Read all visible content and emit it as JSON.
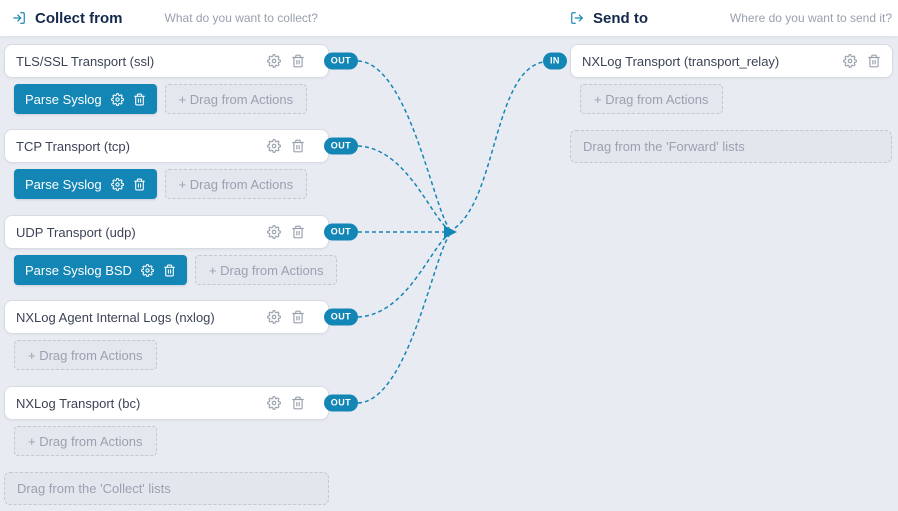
{
  "header": {
    "collect": {
      "title": "Collect from",
      "hint": "What do you want to collect?"
    },
    "send": {
      "title": "Send to",
      "hint": "Where do you want to send it?"
    }
  },
  "hints": {
    "drag_actions": "+ Drag from Actions"
  },
  "collect": {
    "items": [
      {
        "title": "TLS/SSL Transport (ssl)",
        "badge": "OUT",
        "actions": [
          {
            "label": "Parse Syslog"
          }
        ]
      },
      {
        "title": "TCP Transport (tcp)",
        "badge": "OUT",
        "actions": [
          {
            "label": "Parse Syslog"
          }
        ]
      },
      {
        "title": "UDP Transport (udp)",
        "badge": "OUT",
        "actions": [
          {
            "label": "Parse Syslog BSD"
          }
        ]
      },
      {
        "title": "NXLog Agent Internal Logs (nxlog)",
        "badge": "OUT",
        "actions": []
      },
      {
        "title": "NXLog Transport (bc)",
        "badge": "OUT",
        "actions": []
      }
    ],
    "drop_hint": "Drag from the 'Collect' lists"
  },
  "send": {
    "items": [
      {
        "title": "NXLog Transport (transport_relay)",
        "badge": "IN",
        "actions": []
      }
    ],
    "drop_hint": "Drag from the 'Forward' lists"
  },
  "colors": {
    "accent": "#1486b5",
    "background": "#e9ebf2",
    "card_border": "#d8dbe4"
  }
}
